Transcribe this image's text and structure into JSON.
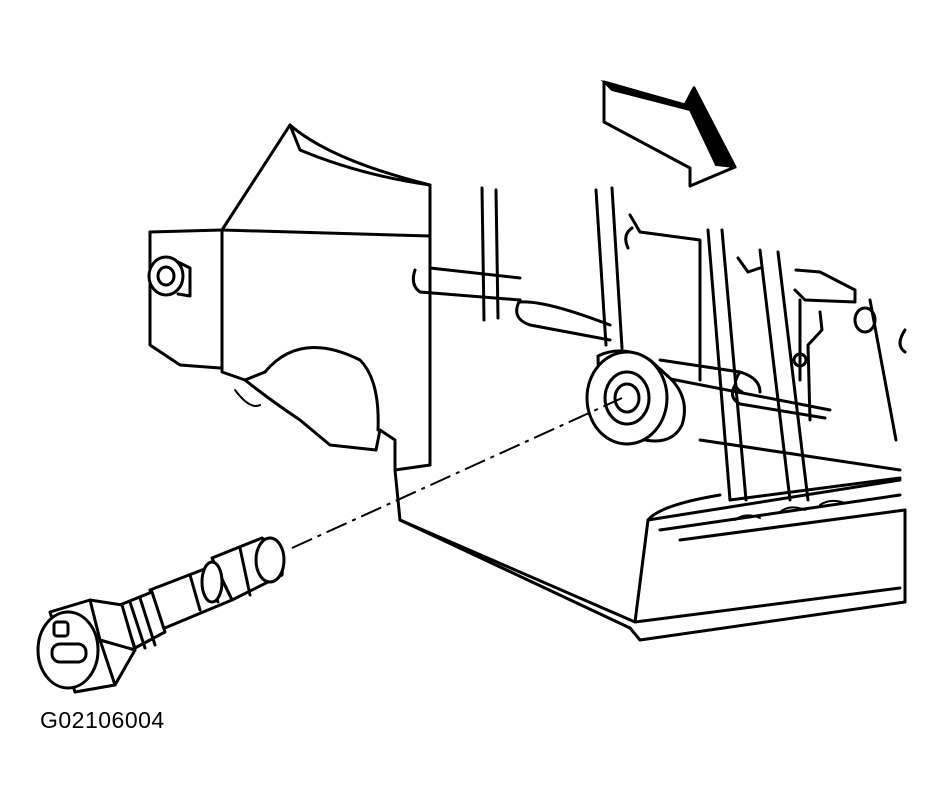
{
  "figure": {
    "label": "G02106004"
  },
  "colors": {
    "line": "#000000",
    "background": "#ffffff"
  },
  "parts": [
    "direction-arrow",
    "transmission-housing",
    "mounting-bolt-boss",
    "sensor-bore-grommet",
    "gear-selector-bracket",
    "alignment-line",
    "vehicle-speed-sensor"
  ]
}
